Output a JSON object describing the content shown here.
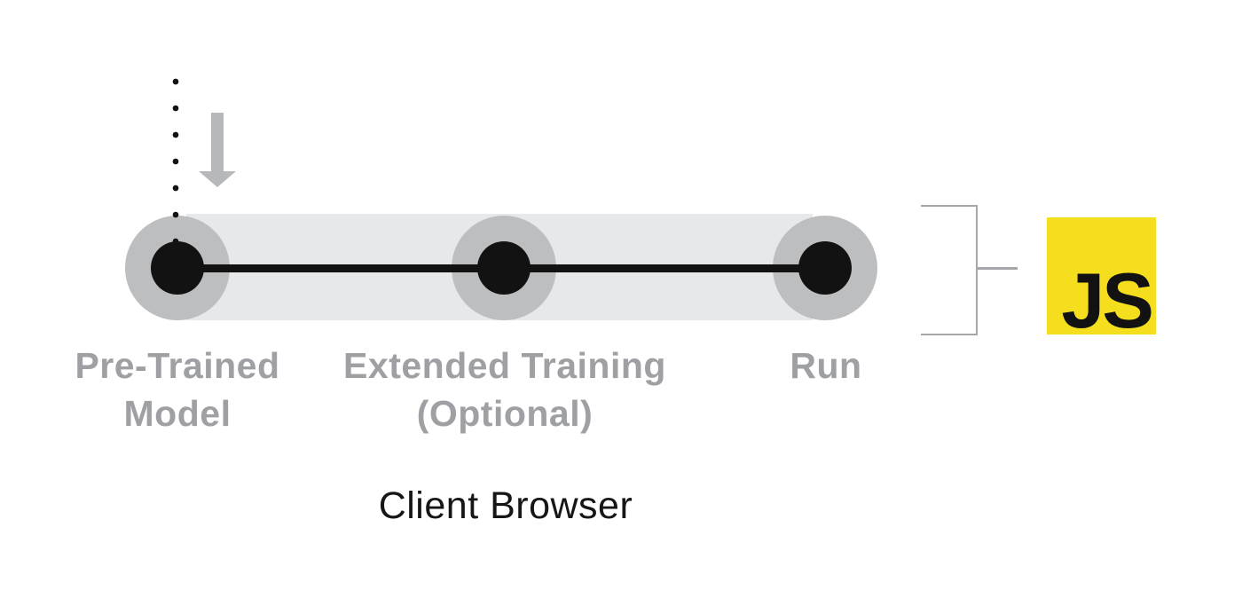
{
  "diagram": {
    "timeline": {
      "nodes": [
        {
          "label": "Pre-Trained\nModel"
        },
        {
          "label": "Extended Training\n(Optional)"
        },
        {
          "label": "Run"
        }
      ]
    },
    "caption": "Client Browser",
    "js_badge_text": "JS",
    "icons": {
      "down_arrow": "down-arrow-icon",
      "dotted_line": "dotted-line",
      "bracket": "bracket-icon",
      "javascript_logo": "javascript-logo"
    },
    "colors": {
      "band": "#e7e8ea",
      "node_halo": "#bdbec0",
      "node_core": "#121212",
      "track_line": "#121212",
      "label_gray": "#9ea0a3",
      "arrow_gray": "#b7b8bb",
      "bracket_gray": "#a6a7aa",
      "js_yellow": "#f5de1e",
      "caption_black": "#161616"
    }
  }
}
